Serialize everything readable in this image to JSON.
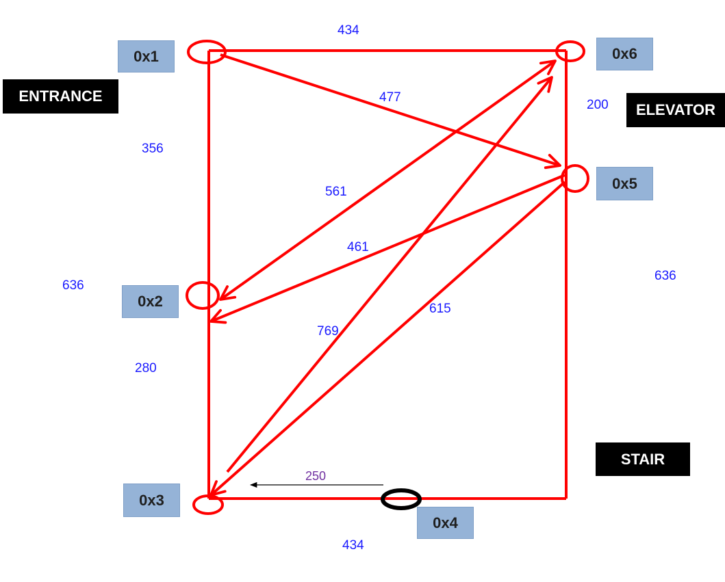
{
  "nodes": {
    "n1": "0x1",
    "n2": "0x2",
    "n3": "0x3",
    "n4": "0x4",
    "n5": "0x5",
    "n6": "0x6"
  },
  "areas": {
    "entrance": "ENTRANCE",
    "elevator": "ELEVATOR",
    "stair": "STAIR"
  },
  "distances": {
    "top_edge": "434",
    "bottom_edge": "434",
    "left_upper": "356",
    "left_outer": "636",
    "left_lower": "280",
    "right_upper": "200",
    "right_outer": "636",
    "diag_0x1_0x5": "477",
    "diag_0x2_0x6": "561",
    "diag_0x5_0x2": "461",
    "diag_0x3_0x6": "769",
    "diag_0x5_0x3": "615",
    "stair_to_0x3": "250"
  },
  "colors": {
    "path": "#ff0000",
    "node_fill": "#95b3d7",
    "label_bg": "#000000",
    "distance_text": "#1a1aff",
    "stair_distance_text": "#7030a0",
    "stair_marker": "#000000"
  }
}
